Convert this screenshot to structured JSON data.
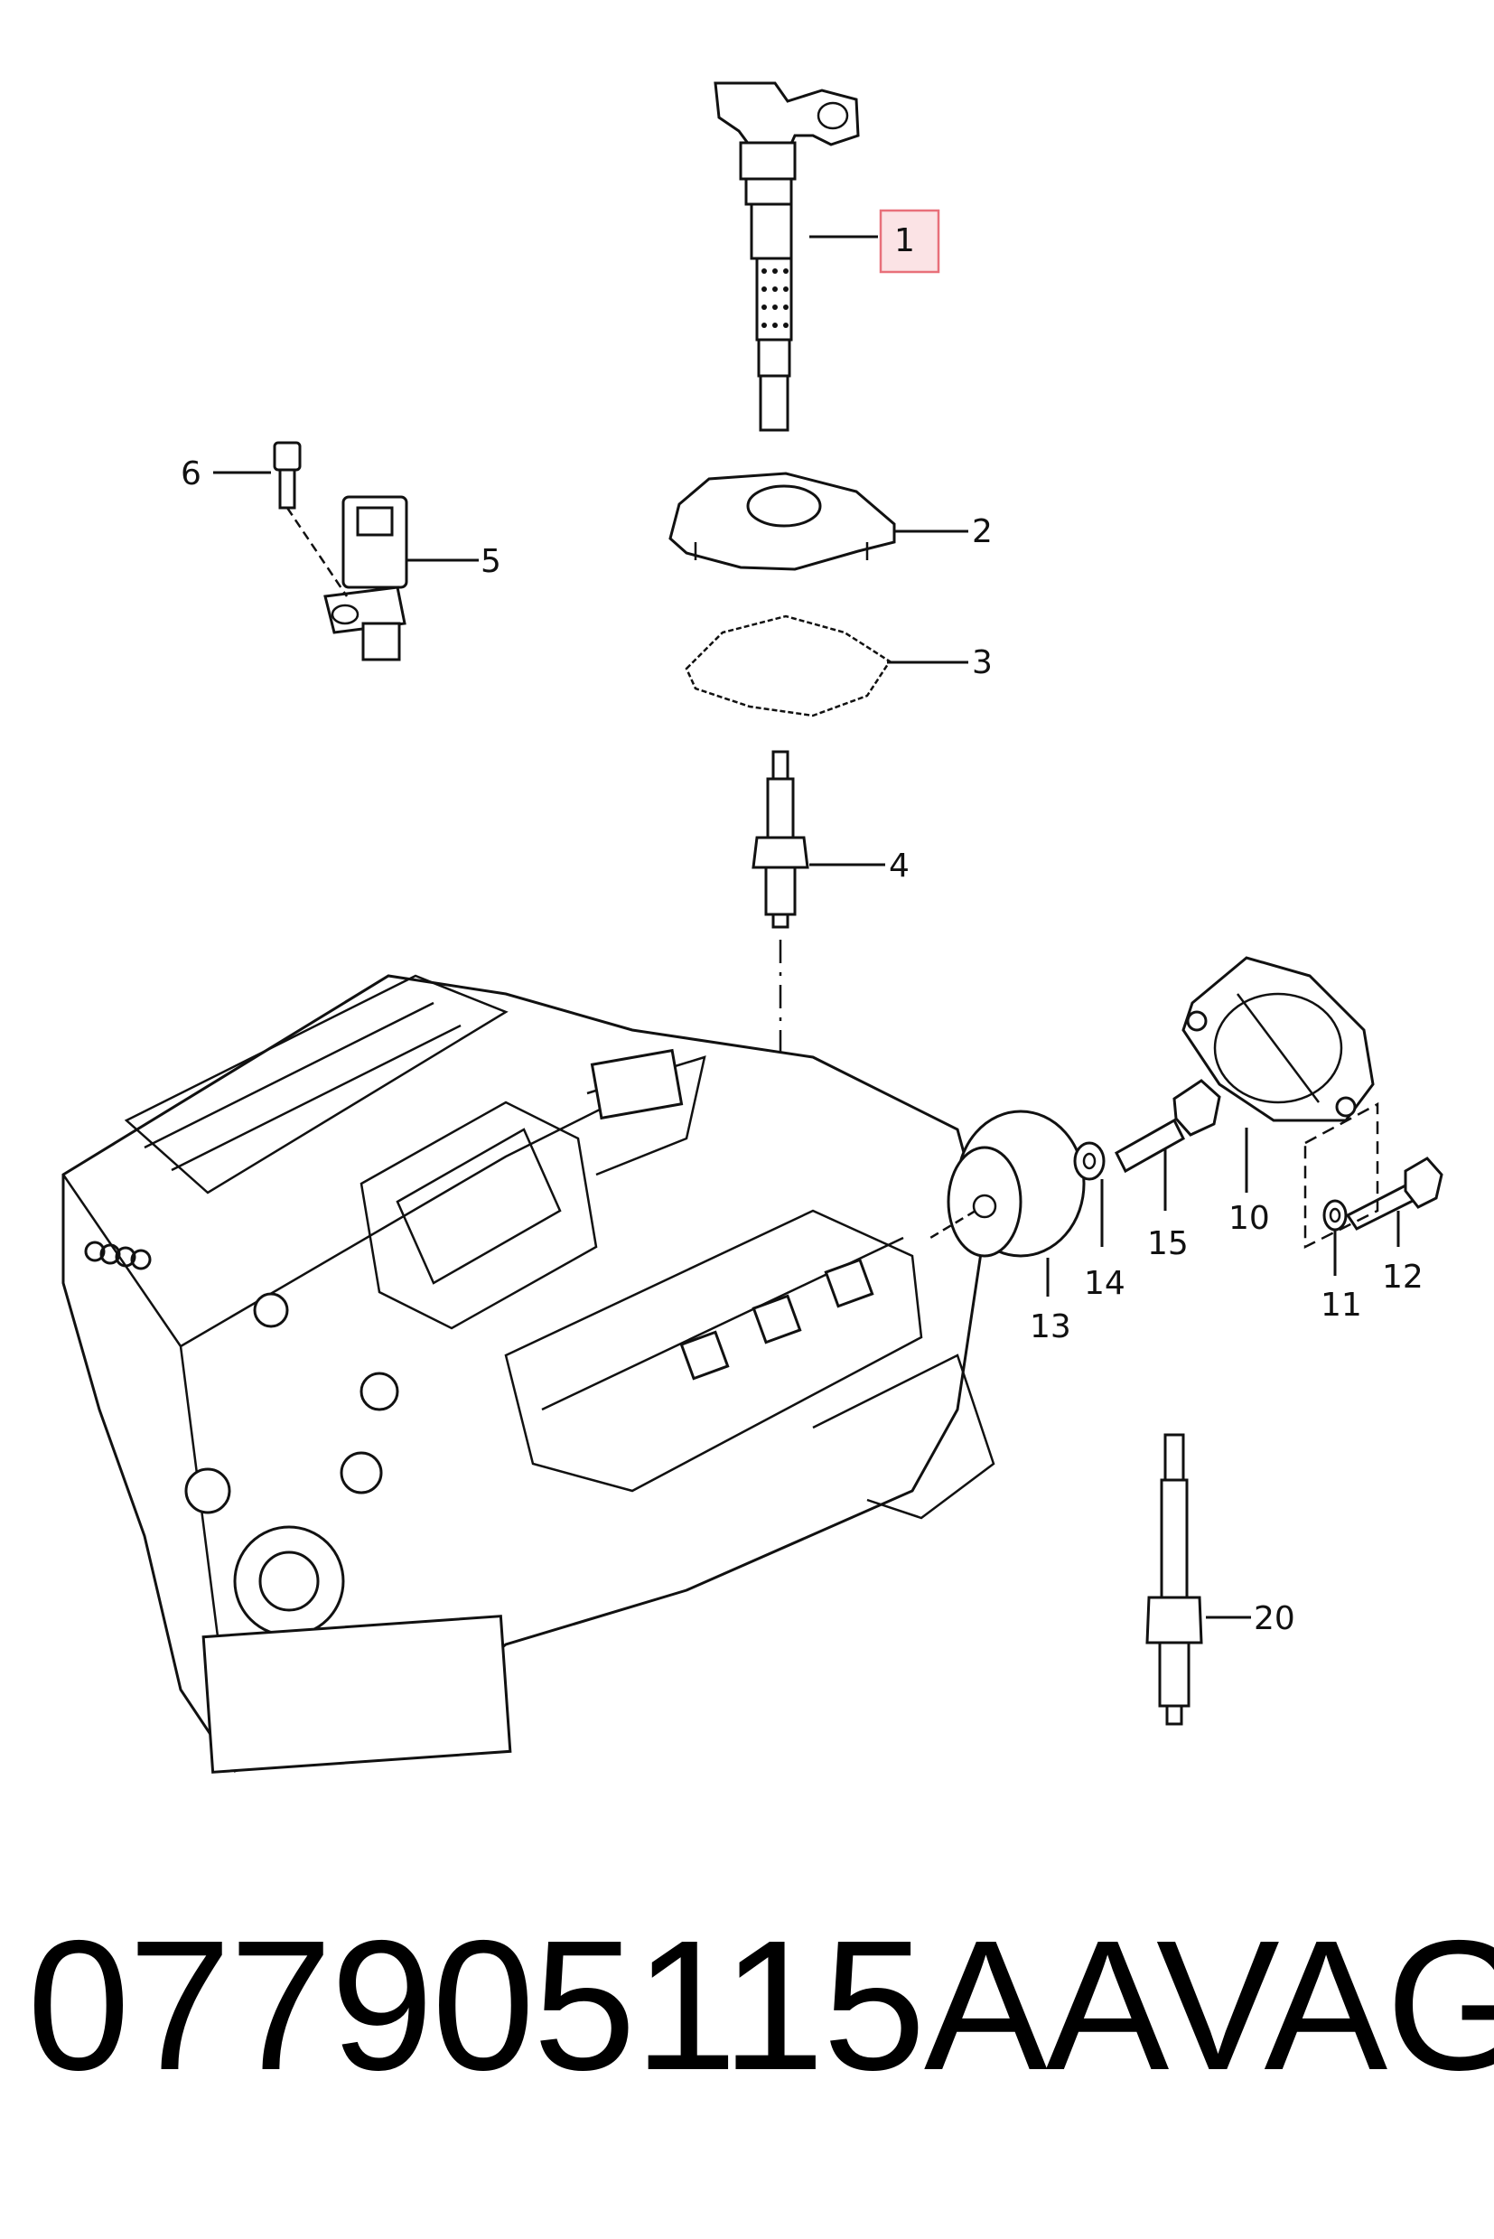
{
  "diagram": {
    "callouts": [
      {
        "id": "1",
        "label": "1",
        "highlight": true
      },
      {
        "id": "2",
        "label": "2"
      },
      {
        "id": "3",
        "label": "3"
      },
      {
        "id": "4",
        "label": "4"
      },
      {
        "id": "5",
        "label": "5"
      },
      {
        "id": "6",
        "label": "6"
      },
      {
        "id": "10",
        "label": "10"
      },
      {
        "id": "11",
        "label": "11"
      },
      {
        "id": "12",
        "label": "12"
      },
      {
        "id": "13",
        "label": "13"
      },
      {
        "id": "14",
        "label": "14"
      },
      {
        "id": "15",
        "label": "15"
      },
      {
        "id": "20",
        "label": "20"
      }
    ],
    "highlight_color": "#e8707a"
  },
  "footer": {
    "part_number": "077905115AA",
    "brand": "VAG"
  }
}
